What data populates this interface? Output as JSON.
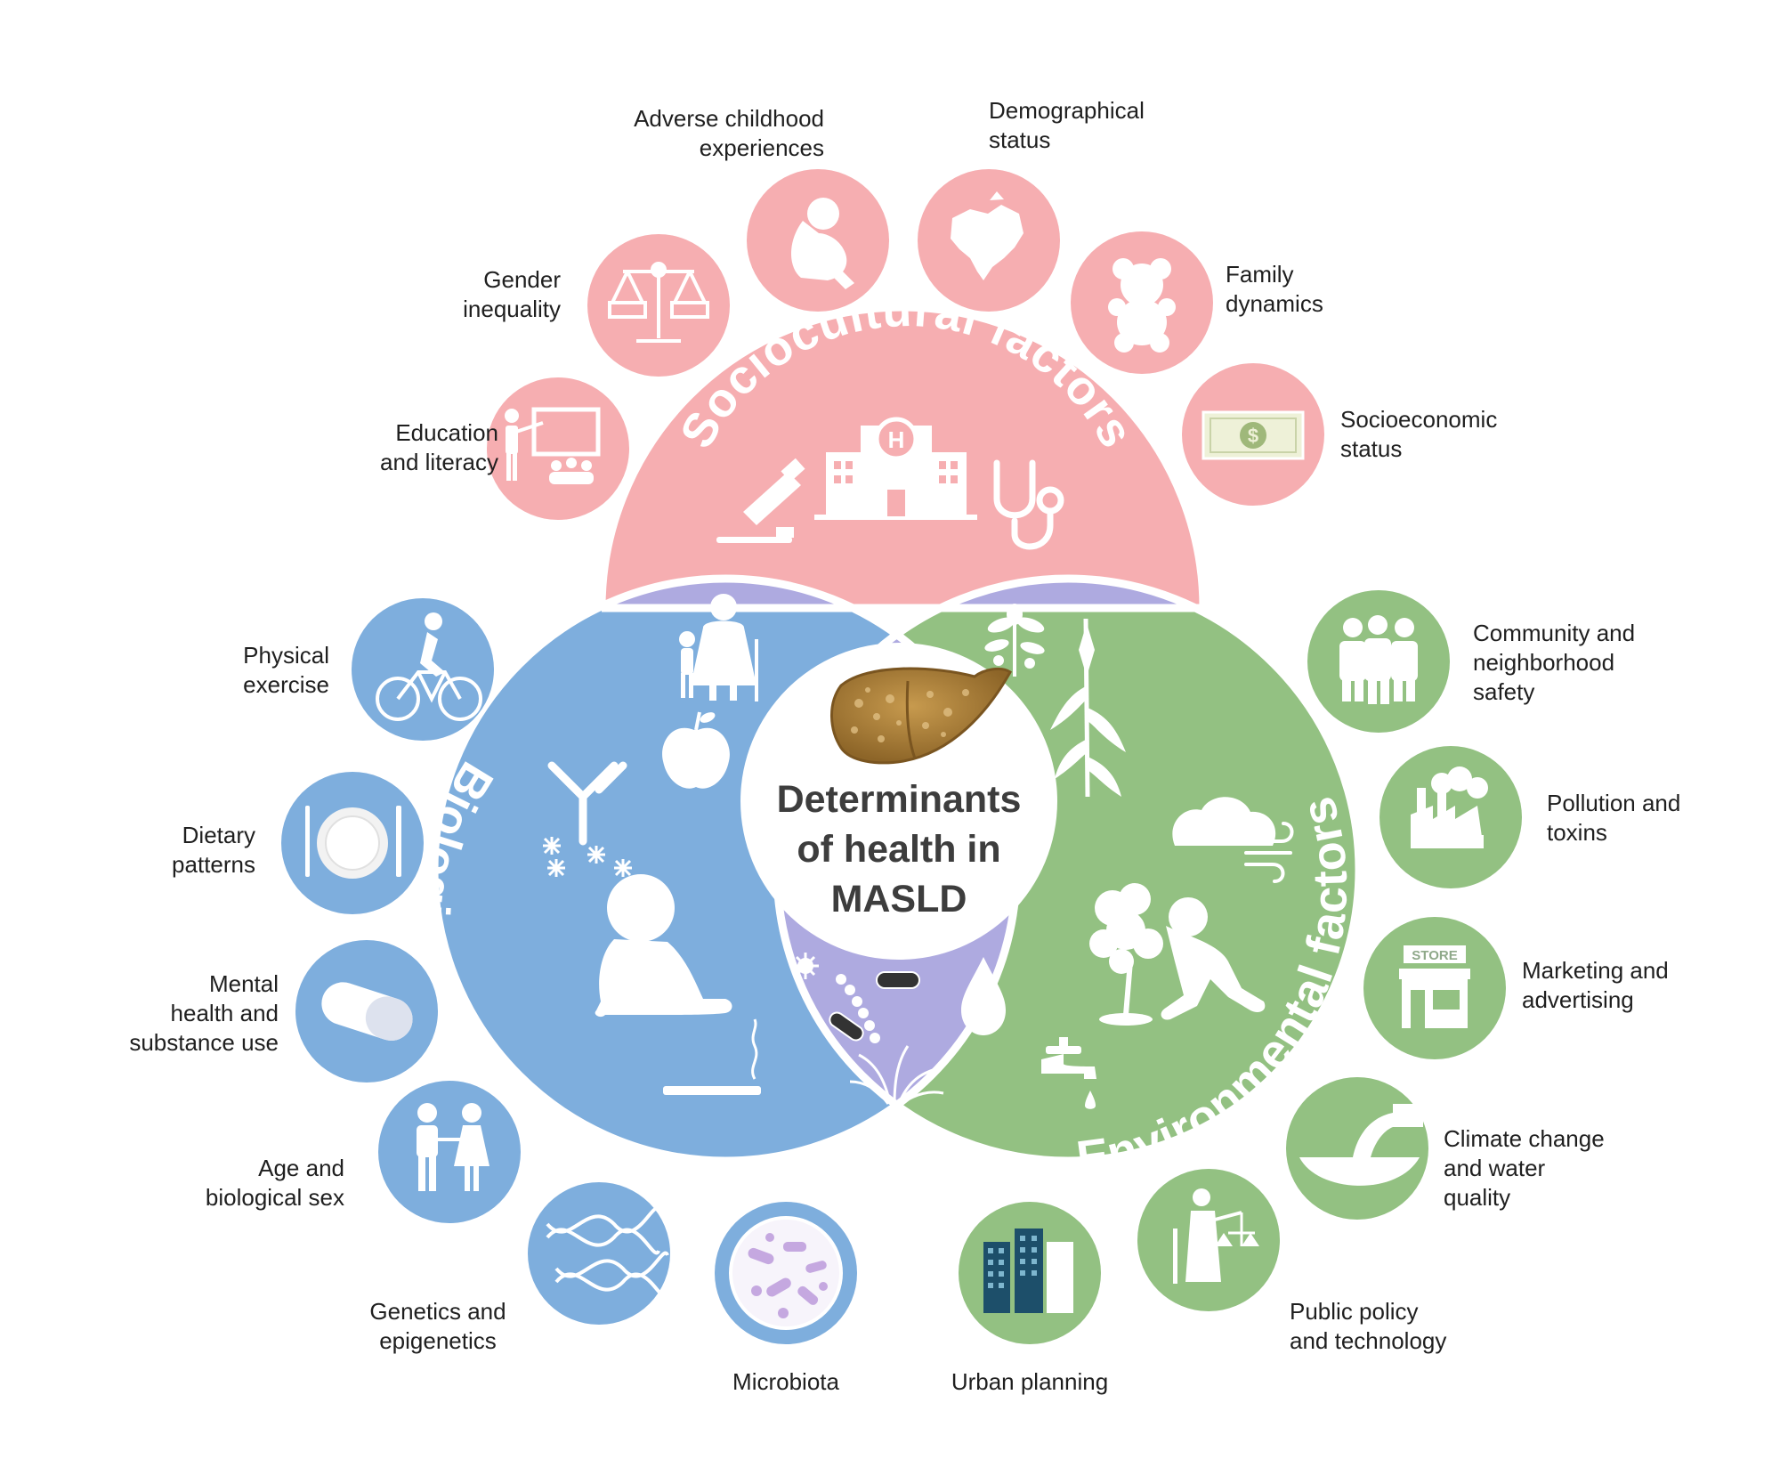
{
  "title_lines": [
    "Determinants",
    "of health in",
    "MASLD"
  ],
  "colors": {
    "sociocultural": "#f6aeb1",
    "biological": "#7eaedd",
    "environmental": "#93c182",
    "overlap": "#aeaae0",
    "icon": "#ffffff"
  },
  "groups": {
    "sociocultural": "Sociocultural factors",
    "biological": "Biological and lifestyle factors",
    "environmental": "Environmental factors"
  },
  "factors": {
    "education": {
      "label": "Education\nand literacy",
      "icon": "teacher-icon"
    },
    "gender": {
      "label": "Gender\ninequality",
      "icon": "balance-scale-icon"
    },
    "childhood": {
      "label": "Adverse childhood\nexperiences",
      "icon": "curled-child-icon"
    },
    "demographic": {
      "label": "Demographical\nstatus",
      "icon": "map-icon"
    },
    "family": {
      "label": "Family\ndynamics",
      "icon": "teddy-bear-icon"
    },
    "socioeconomic": {
      "label": "Socioeconomic\nstatus",
      "icon": "banknote-icon"
    },
    "community": {
      "label": "Community and\nneighborhood\nsafety",
      "icon": "crowd-icon"
    },
    "pollution": {
      "label": "Pollution and\ntoxins",
      "icon": "factory-icon"
    },
    "marketing": {
      "label": "Marketing and\nadvertising",
      "icon": "store-icon"
    },
    "climate": {
      "label": "Climate change\nand water\nquality",
      "icon": "waste-pipe-icon"
    },
    "policy": {
      "label": "Public policy\nand technology",
      "icon": "justice-statue-icon"
    },
    "urban": {
      "label": "Urban planning",
      "icon": "buildings-icon"
    },
    "microbiota": {
      "label": "Microbiota",
      "icon": "petri-dish-icon"
    },
    "genetics": {
      "label": "Genetics and\nepigenetics",
      "icon": "dna-icon"
    },
    "age": {
      "label": "Age and\nbiological sex",
      "icon": "man-woman-icon"
    },
    "mental": {
      "label": "Mental\nhealth and\nsubstance use",
      "icon": "pill-icon"
    },
    "dietary": {
      "label": "Dietary\npatterns",
      "icon": "plate-icon"
    },
    "exercise": {
      "label": "Physical\nexercise",
      "icon": "cyclist-icon"
    }
  },
  "store_sign": "STORE",
  "hospital_sign": "H",
  "money_sign": "$"
}
